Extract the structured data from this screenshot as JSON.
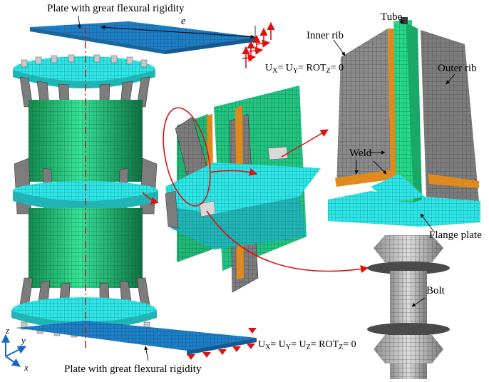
{
  "labels": {
    "plate_top": "Plate with great flexural rigidity",
    "plate_bottom": "Plate with great flexural rigidity",
    "eccentricity": "e",
    "tube": "Tube",
    "inner_rib": "Inner rib",
    "outer_rib": "Outer rib",
    "weld": "Weld",
    "flange_plate": "Flange plate",
    "bolt": "Bolt",
    "axis_z": "z",
    "axis_y": "y",
    "axis_x": "x"
  },
  "bc_top": {
    "u1": "U",
    "u1_sub": "X",
    "u1_rest": "= ",
    "u2": "U",
    "u2_sub": "Y",
    "u2_rest": "= ",
    "rot": "ROT",
    "rot_sub": "Z",
    "rot_rest": "= 0"
  },
  "bc_bottom": {
    "u1": "U",
    "u1_sub": "X",
    "u1_rest": "= ",
    "u2": "U",
    "u2_sub": "Y",
    "u2_rest": "= ",
    "u3": "U",
    "u3_sub": "Z",
    "u3_rest": "= ",
    "rot": "ROT",
    "rot_sub": "Z",
    "rot_rest": "= 0"
  },
  "colors": {
    "plate": "#1e7fc4",
    "flange": "#2ee6e6",
    "tube": "#27d98a",
    "rib": "#7c7c7c",
    "weld": "#e08a1e",
    "arrow": "#e01010",
    "bolt": "#bdbdbd"
  }
}
